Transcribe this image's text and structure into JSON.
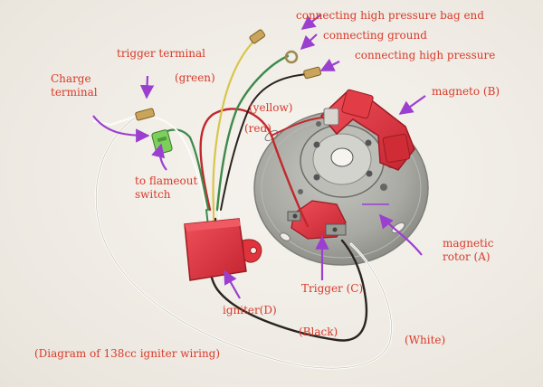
{
  "labels": {
    "bag_end": "connecting high pressure bag end",
    "ground": "connecting ground",
    "high_pressure": "connecting high pressure",
    "trigger_terminal": "trigger terminal",
    "green": "(green)",
    "charge_line1": "Charge",
    "charge_line2": "terminal",
    "yellow": "(yellow)",
    "red": "(red)",
    "magneto": "magneto (B)",
    "flameout_line1": "to flameout",
    "flameout_line2": "switch",
    "magnetic_line1": "magnetic",
    "magnetic_line2": "rotor (A)",
    "trigger": "Trigger (C)",
    "igniter": "igniter(D)",
    "black": "(Black)",
    "white": "(White)",
    "caption": "(Diagram of 138cc igniter wiring)"
  },
  "colors": {
    "label_text": "#d83a2a",
    "arrow": "#9b3fd0",
    "red_part": "#e0343c",
    "rotor_plate": "#a9a9a3",
    "wire_white": "#fbfbf8",
    "wire_black": "#2a2320",
    "wire_green": "#3d8a4a",
    "wire_yellow": "#d8c64a",
    "wire_red": "#c0282c",
    "connector_green": "#7ccf5a",
    "brass": "#c9a45a"
  },
  "icons": [
    "igniter-box",
    "magneto-coil",
    "magnetic-rotor-plate",
    "trigger-coil",
    "brass-terminal",
    "green-connector",
    "ring-terminal"
  ]
}
